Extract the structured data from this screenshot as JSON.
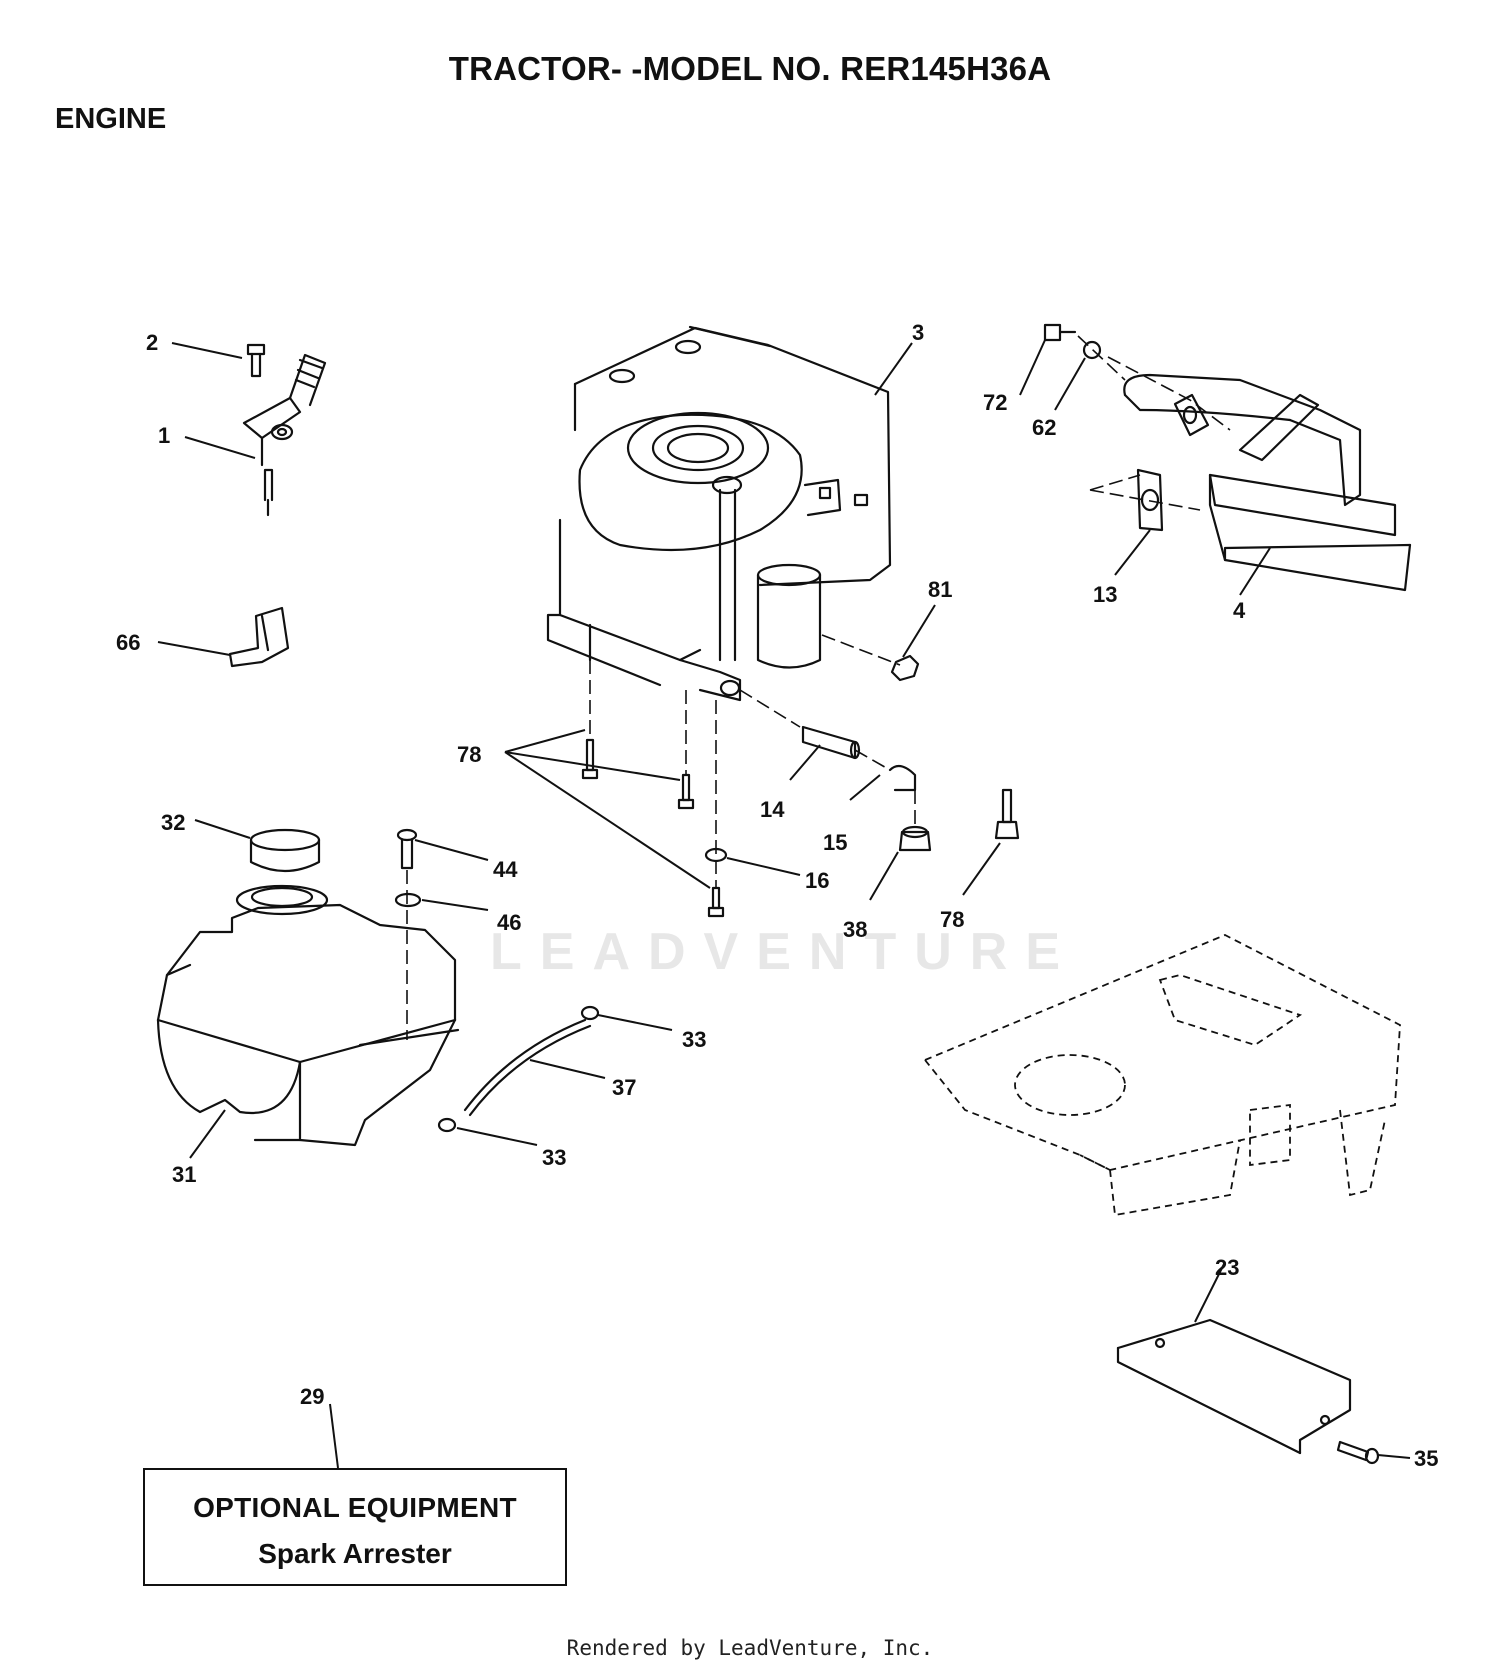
{
  "header": {
    "title": "TRACTOR- -MODEL NO. RER145H36A",
    "section": "ENGINE"
  },
  "optional_box": {
    "line1": "OPTIONAL EQUIPMENT",
    "line2": "Spark Arrester"
  },
  "watermark": "LEADVENTURE",
  "footer": "Rendered by LeadVenture, Inc.",
  "callouts": {
    "c1": "1",
    "c2": "2",
    "c3": "3",
    "c4": "4",
    "c13": "13",
    "c14": "14",
    "c15": "15",
    "c16": "16",
    "c23": "23",
    "c29": "29",
    "c31": "31",
    "c32": "32",
    "c33a": "33",
    "c33b": "33",
    "c35": "35",
    "c37": "37",
    "c38": "38",
    "c44": "44",
    "c46": "46",
    "c62": "62",
    "c66": "66",
    "c72": "72",
    "c78a": "78",
    "c78b": "78",
    "c81": "81"
  }
}
